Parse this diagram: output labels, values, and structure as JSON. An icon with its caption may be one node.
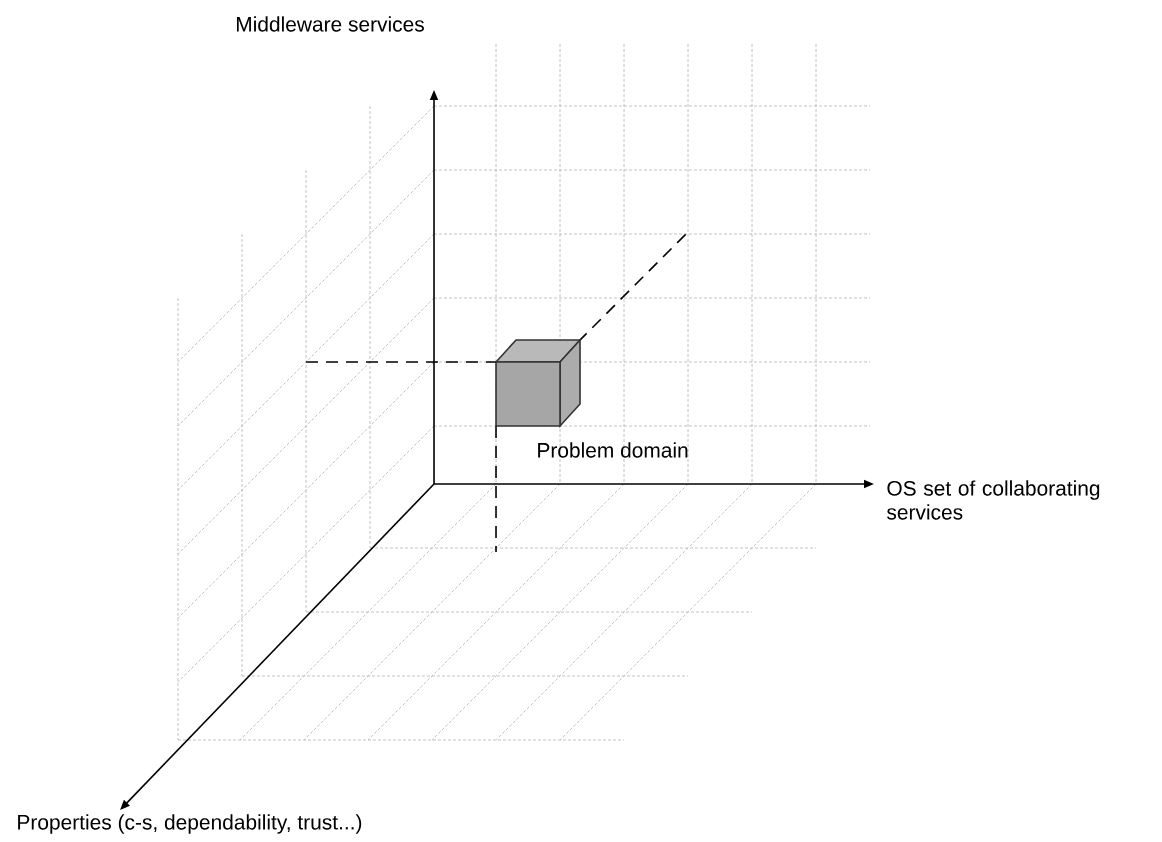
{
  "diagram": {
    "labels": [
      "Middleware services",
      "Problem domain",
      "OS set of collaborating services",
      "Properties (c-s, dependability, trust...)"
    ]
  }
}
